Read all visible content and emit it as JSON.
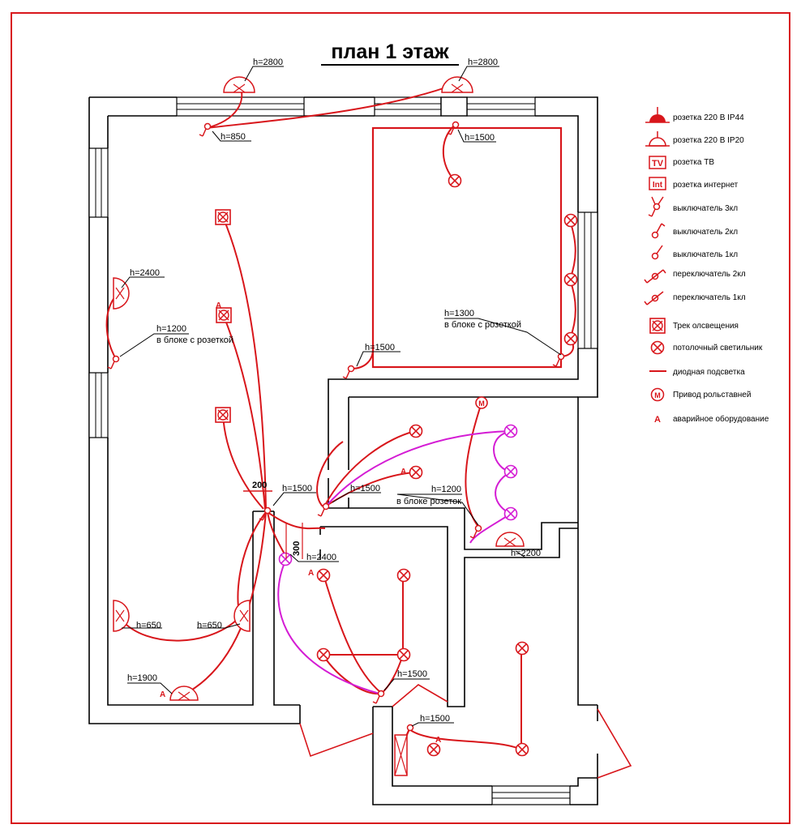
{
  "title": "план 1 этаж",
  "colors": {
    "wiring": "#d8161b",
    "led_strip": "#d41cd4",
    "walls": "#000000",
    "frame": "#d8161b"
  },
  "height_labels": [
    "h=2800",
    "h=2800",
    "h=850",
    "h=1500",
    "h=2400",
    "h=1200",
    "в блоке с розеткой",
    "h=1300",
    "в блоке с розеткой",
    "h=1500",
    "h=1500",
    "h=1500",
    "h=1200",
    "в блоке розеток",
    "h=2200",
    "h=2400",
    "h=650",
    "h=650",
    "h=1900",
    "h=1500",
    "h=1500",
    "200",
    "300"
  ],
  "legend": [
    {
      "icon": "socket-ip44-icon",
      "label": "розетка 220 В IP44"
    },
    {
      "icon": "socket-ip20-icon",
      "label": "розетка 220 В IP20"
    },
    {
      "icon": "tv-socket-icon",
      "label": "розетка ТВ"
    },
    {
      "icon": "internet-socket-icon",
      "label": "розетка интернет"
    },
    {
      "icon": "switch-3-gang-icon",
      "label": "выключатель 3кл"
    },
    {
      "icon": "switch-2-gang-icon",
      "label": "выключатель 2кл"
    },
    {
      "icon": "switch-1-gang-icon",
      "label": "выключатель 1кл"
    },
    {
      "icon": "passthrough-switch-2-gang-icon",
      "label": "переключатель 2кл"
    },
    {
      "icon": "passthrough-switch-1-gang-icon",
      "label": "переключатель 1кл"
    },
    {
      "icon": "light-track-icon",
      "label": "Трек олсвещения"
    },
    {
      "icon": "ceiling-light-icon",
      "label": "потолочный светильник"
    },
    {
      "icon": "led-strip-icon",
      "label": "диодная подсветка"
    },
    {
      "icon": "shutter-drive-icon",
      "label": "Привод рольставней"
    },
    {
      "icon": "emergency-equipment-icon",
      "label": "аварийное оборудование"
    }
  ],
  "symbols": {
    "track_text": "TV",
    "int_text": "Int",
    "drive_text": "M",
    "emergency_text": "A"
  }
}
